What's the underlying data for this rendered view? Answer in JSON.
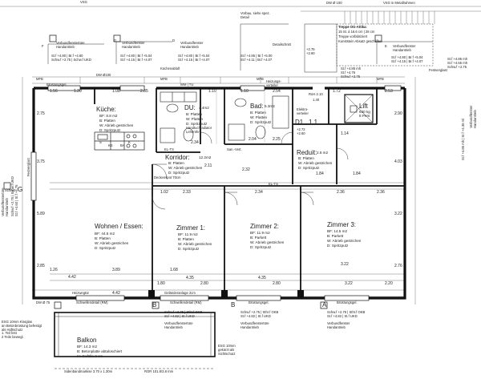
{
  "header": {
    "top_left": "VSG",
    "dw_top": "DW Ø 100",
    "vsg_right": "VSG in Metallrahmen",
    "vorbau": "Vorbau, siehe spez.\nDetail",
    "detailschnitt": "Detailschnitt",
    "treppe_title": "Treppe OG-Attika:",
    "treppe_line1": "15 St. á 16.6 cm | 28 cm",
    "treppe_line2": "Treppe vorfabriziert",
    "treppe_line3": "Kunststein Absatz geschliffen",
    "festverglast": "Festverglast"
  },
  "upper_notes": {
    "verbundfenster_left": "Verbundfenstertüre\nHandantrieb",
    "verbund_f_label": "F",
    "left_sturz": "St.f +4.80 | Br.f +4.60\nSchw.f +2.75 | Schw.f UKD",
    "verbund_g_label": "G",
    "verbund_g_text": "Verbundfenster\nHandantrieb",
    "g_sturz": "St.f +4.80 | Br.f +5.04\nSt.f +4.15 | Br.f +4.07",
    "verbund_d_label": "D",
    "verbund_d_text": "Verbundfenster\nHandantrieb",
    "d_sturz": "St.f +4.80 | Br.f +5.04\nSt.f +4.15 | Br.f +4.07",
    "upper_level": "+2.75\n+2.60",
    "upper_mid_sturz": "St.f +4.85 | Br.f +5.00\nSt.f +4.11 | Br.f +4.07",
    "verbund_e_label": "E",
    "verbund_e_text": "Verbundfenster\nHandantrieb",
    "e_sturz": "St.f +4.80 | Br.f +5.04\nSt.f +4.15 | Br.f +4.07",
    "right_sturz": "St.f +4.85 mh\nSt.f +4.55 mh\nSchw.f +2.75",
    "kuchenabluft": "Küchenabluft",
    "lift_top": "St.f +4.85 mh\nSt.f +4.76\nSchw.f +2.75",
    "rollo": "RoH 2.10",
    "rollo_b": "1.40",
    "elektro": "Elektro-\nverteiler",
    "heizung": "Heizungs-\nverteiler",
    "mfb1": "MFB",
    "mfb2": "MFB",
    "mfb3": "MFB",
    "mfb4": "MFB",
    "bruestung1": "Brüstungsgel.",
    "dw1": "DW Ø100",
    "wm_tu": "WM | TU"
  },
  "rooms": {
    "kueche": {
      "name": "Küche:",
      "bf": "BF: 8.8 m2",
      "b": "B: Platten",
      "w": "W: Abrieb gestrichen",
      "d": "D: Spritzputz"
    },
    "du": {
      "name": "DU:",
      "area": "4.4m2",
      "b": "B: Platten",
      "w": "W: Platten",
      "d": "D: Spritzputz",
      "extra": "Handtuchradiator\nLehnröhr"
    },
    "bad": {
      "name": "Bad:",
      "area": "5.3m2",
      "b": "B: Platten",
      "w": "W: Platten",
      "d": "D: Spritzputz"
    },
    "d1": {
      "name": "D1",
      "value": "1.1"
    },
    "d1_level": "+2.72\n+2.60",
    "lift": {
      "name": "Lift",
      "capacity": "630 kg",
      "persons": "8 Pers"
    },
    "korridor": {
      "name": "Korridor:",
      "area": "12.2m2",
      "b": "B: Platten",
      "w": "W: Abrieb gestrichen",
      "d": "D: Spritzputz"
    },
    "reduit": {
      "name": "Reduit:",
      "area": "2.6 m2",
      "b": "B: Platten",
      "w": "W: Abrieb gestrichen",
      "d": "D: Spritzputz"
    },
    "wohnen": {
      "name": "Wohnen / Essen:",
      "bf": "BF: 44.5 m2",
      "b": "B: Platten",
      "w": "W: Abrieb gestrichen",
      "d": "D: Spritzputz"
    },
    "zimmer1": {
      "name": "Zimmer 1:",
      "bf": "BF: 11.9 m2",
      "b": "B: Platten",
      "w": "W: Abrieb gestrichen",
      "d": "D: Spritzputz"
    },
    "zimmer2": {
      "name": "Zimmer 2:",
      "bf": "BF: 11.9 m2",
      "b": "B: Parkett",
      "w": "W: Abrieb gestrichen",
      "d": "D: Spritzputz"
    },
    "zimmer3": {
      "name": "Zimmer 3:",
      "bf": "BF: 14.5 m2",
      "b": "B: Parkett",
      "w": "W: Abrieb gestrichen",
      "d": "D: Spritzputz"
    },
    "balkon": {
      "name": "Balkon",
      "bf": "BF: 14.3 m2",
      "b": "B: Betonplatte abtaloschiert",
      "extra": "Im Gefälle 2 cm"
    }
  },
  "labels_misc": {
    "el_ts1": "EL-TS",
    "el_ts2": "EL-TS",
    "san_vert": "San.-Vert.",
    "steckdose": "Steckdose",
    "ks": "KS",
    "ba": "BA",
    "k": "K",
    "s": "S",
    "abk": "AB/K",
    "lm": "LM",
    "kh": "KH",
    "cp": "CP",
    "rs": "RS",
    "ctr": "CTR",
    "ho": "HO",
    "kreis_h": "KH",
    "deckenspot": "Deckenspot 70cm",
    "gelanderanlage": "Geländeranlage 2cm",
    "schwellendetail": "Schwellendetail (RM)",
    "heizwegtür": "Heizwegtür",
    "schwellen_r": "Schwellendetail (RM)",
    "bruestungsgel_b": "Brüstungsgel.",
    "bruestungsgel_c": "Brüstungsgel."
  },
  "left_notes": {
    "vertical1": "Verbundfenstertüre\nHandantrieb",
    "vertical2": "Schw.f +2.75 | Schw.f UKD\nSt.f +4.60 | St.f +4.75",
    "vertical3": "Festverglast",
    "g_label": "G",
    "schnitt": "Schnitt"
  },
  "right_notes": {
    "vertical_r1": "Verbundfenster\nHandantrieb",
    "vertical_r2": "St.f +4.85 mh | St.f +4.35 ml"
  },
  "bottom_notes": {
    "esg_left": "ESG 10mm Klarglas\nan Betonbrüstung befestigt\nals Hüftschutz\n1. Teil fest\n2 Teile bewegl.",
    "b_label_left": "B",
    "verbund_b": "Verbundfenstertüre\nHandantrieb",
    "b_sturz": "Schw.f +2.75 | Sthr.f OKB\nSt.f +4.82 | St.f UKD",
    "b_label_mid": "B",
    "verbund_b2": "Verbundfenstertüre\nHandantrieb",
    "b2_sturz": "Schw.f +2.75 | Sthr.f OKB\nSt.f +4.82 | St.f UKD",
    "a_label": "A",
    "verbund_a": "Verbundfenster\nHandantrieb",
    "a_sturz": "Schw.f +2.75 | Sthr.f OKB\nSt.f +4.82 | St.f UKD",
    "esg_right": "ESG 10mm\ngekürzt als\nSichtschutz",
    "sicht": "Sichtschutz",
    "sideband": "Sidenbandmarkise 3.70 x 1.30m",
    "ror": "ROR 101.8/3.8 mm",
    "dw_bottom": "DW Ø 75"
  },
  "dimensions": {
    "top": [
      "1.56",
      "1.20",
      "1.08",
      "2.85",
      "1.10",
      "1.10",
      "2.54",
      "1.72",
      "2.53"
    ],
    "mid_row": [
      "1.02",
      "2.33",
      "2.34",
      "2.36",
      "2.36"
    ],
    "lower_row": [
      "1.26",
      "3.89",
      "1.68",
      "4.35",
      "4.35",
      "3.22"
    ],
    "bottom": [
      "4.42",
      "4.42",
      "1.80",
      "2.80",
      "2.80",
      "3.22",
      "2.20"
    ],
    "left": [
      "2.75",
      "3.75",
      "5.89",
      "2.85"
    ],
    "right": [
      "2.90",
      "4.03",
      "3.22",
      "2.76"
    ],
    "misc": [
      "2.34",
      "2.04",
      "2.25",
      "2.11",
      "1.84",
      "1.84",
      "1.14",
      "2.32"
    ]
  }
}
